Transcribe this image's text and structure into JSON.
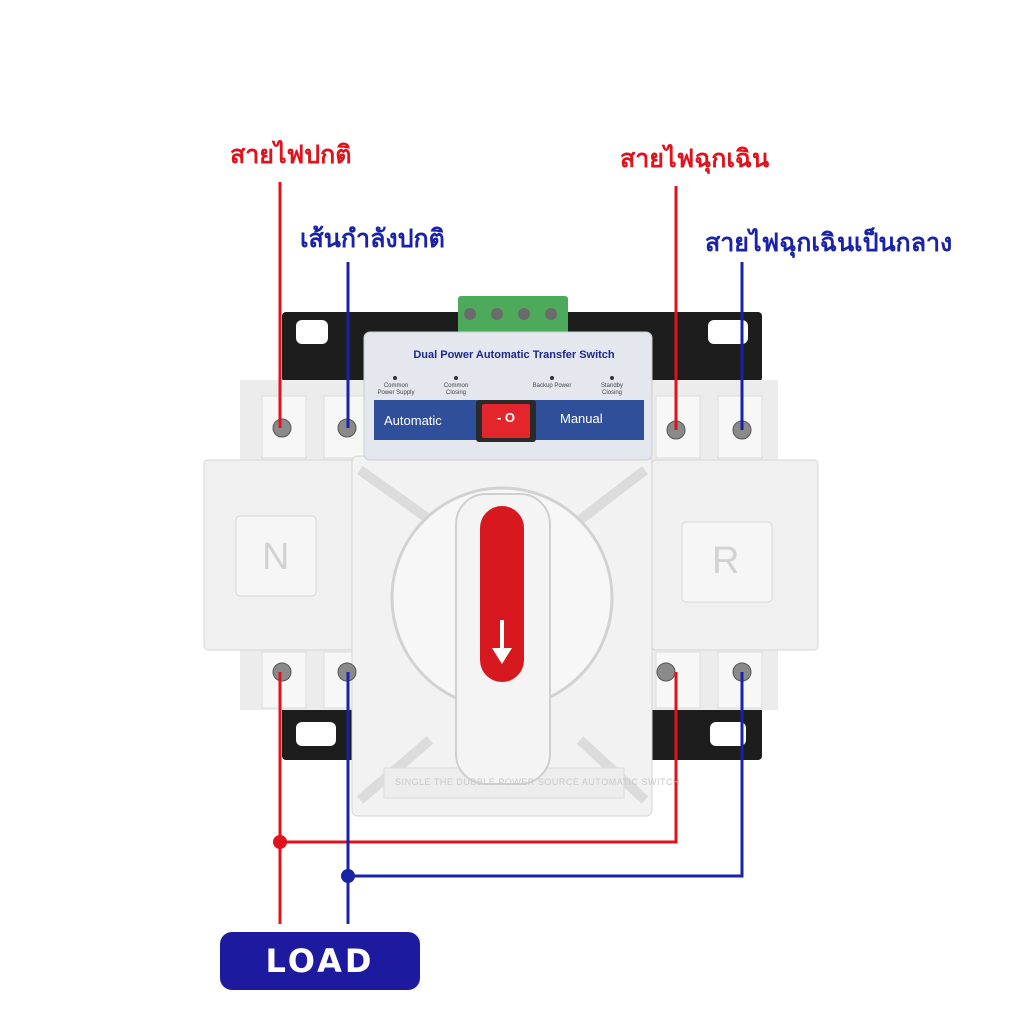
{
  "labels": {
    "normal_line": "สายไฟปกติ",
    "normal_neutral": "เส้นกำลังปกติ",
    "emergency_line": "สายไฟฉุกเฉิน",
    "emergency_neutral": "สายไฟฉุกเฉินเป็นกลาง"
  },
  "device": {
    "title": "Dual Power Automatic Transfer Switch",
    "indicators": [
      "Common Power Supply",
      "Common Closing",
      "Backup Power",
      "Standby Closing"
    ],
    "mode_automatic": "Automatic",
    "mode_manual": "Manual",
    "rocker_text": "- O",
    "left_letter": "N",
    "right_letter": "R",
    "footer_text": "SINGLE THE DUBBLE POWER SOURCE AUTOMATIC SWITCH"
  },
  "load_label": "LOAD",
  "colors": {
    "red_wire": "#e0121b",
    "blue_wire": "#1a22a8",
    "badge": "#1e1aa0",
    "panel": "#dfe3ec",
    "handle_red": "#d7191f"
  }
}
